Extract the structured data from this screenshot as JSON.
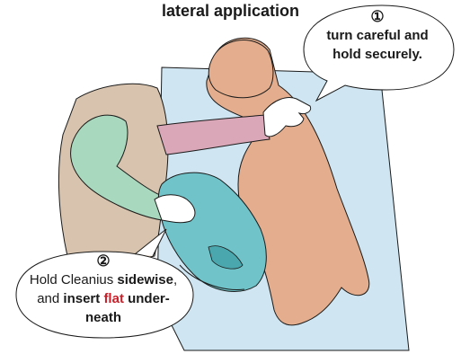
{
  "title": "lateral application",
  "bubble_1": {
    "number": "①",
    "lines": [
      "turn careful and",
      "hold securely."
    ]
  },
  "bubble_2": {
    "number": "②",
    "line1_a": "Hold Cleanius ",
    "line1_b": "sidewise",
    "line1_c": ",",
    "line2_a": "and ",
    "line2_b": "insert ",
    "line2_c": "flat",
    "line2_d": " under-",
    "line3": "neath"
  },
  "colors": {
    "bed": "#cfe6f2",
    "patient_skin": "#e4ae8e",
    "caregiver_vest": "#d8c4ae",
    "caregiver_sleeve": "#a8d8bd",
    "pink_sleeve": "#d9a7b8",
    "device": "#6fc3c9",
    "flat_highlight": "#c8202a"
  }
}
